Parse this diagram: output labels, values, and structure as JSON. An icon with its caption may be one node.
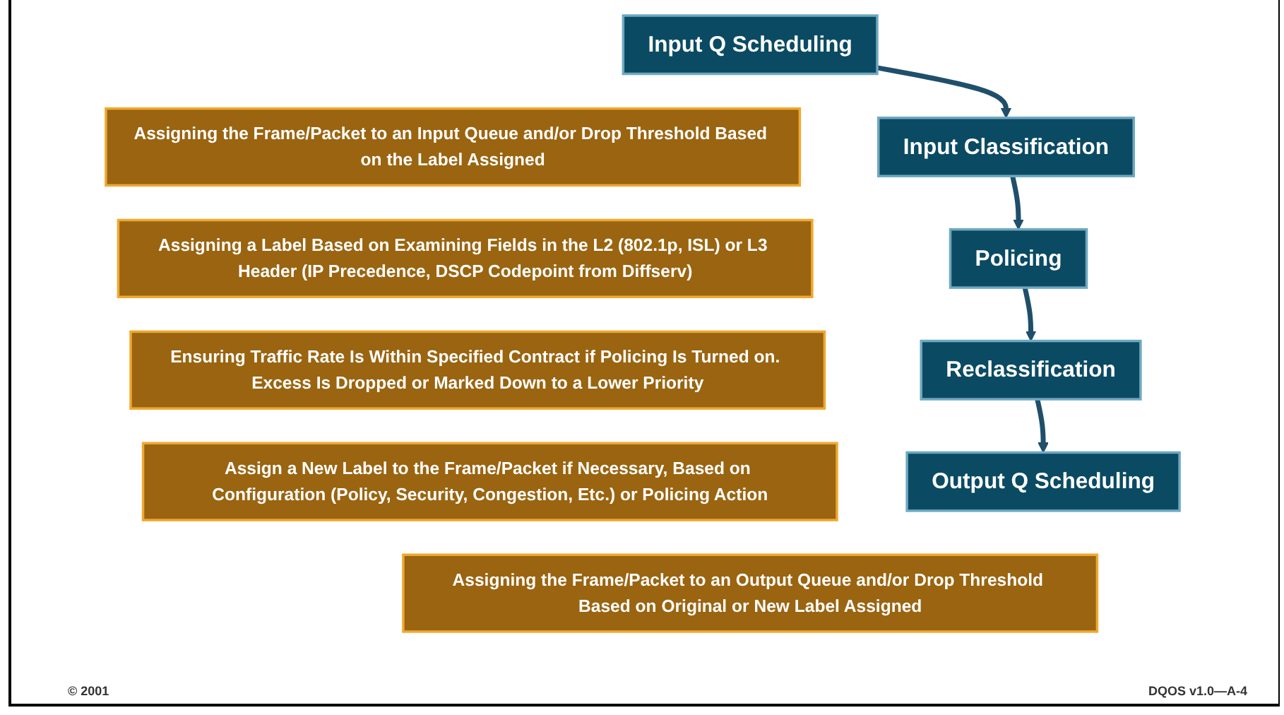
{
  "diagram": {
    "nodes": [
      {
        "text": [
          "Input Q Scheduling"
        ]
      },
      {
        "text": [
          "Assigning the Frame/Packet to an Input Queue and/or Drop Threshold Based on the Label Assigned"
        ]
      },
      {
        "text": [
          "Input Classification"
        ]
      },
      {
        "text": [
          "Assigning a Label Based on Examining Fields in the L2 (802.1p, ISL) or L3 Header (IP Precedence, DSCP Codepoint from Diffserv)"
        ]
      },
      {
        "text": [
          "Policing"
        ]
      },
      {
        "text": [
          "Ensuring Traffic Rate Is Within Specified Contract if Policing Is Turned on. Excess Is Dropped or Marked Down to a Lower Priority"
        ]
      },
      {
        "text": [
          "Reclassification"
        ]
      },
      {
        "text": [
          "Assign a New Label to the Frame/Packet if Necessary, Based on Configuration (Policy, Security, Congestion, Etc.) or Policing Action"
        ]
      },
      {
        "text": [
          "Output Q Scheduling"
        ]
      },
      {
        "text": [
          "Assigning the Frame/Packet to an Output Queue and/or Drop Threshold Based on Original or New Label Assigned"
        ]
      }
    ],
    "edges": [
      {
        "from": 0,
        "to": 2,
        "arrow": "to"
      },
      {
        "from": 2,
        "to": 4,
        "arrow": "to"
      },
      {
        "from": 4,
        "to": 6,
        "arrow": "to"
      },
      {
        "from": 6,
        "to": 8,
        "arrow": "to"
      }
    ],
    "labels": [
      "© 2001",
      "DQOS v1.0—A-4"
    ]
  }
}
